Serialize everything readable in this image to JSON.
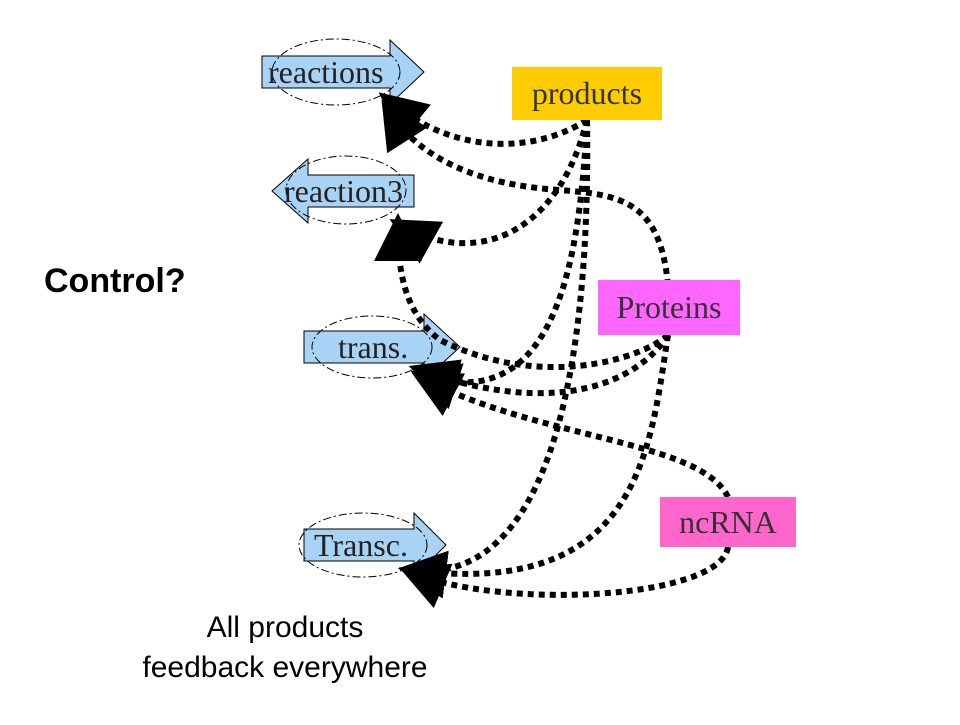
{
  "title": "Control?",
  "caption_line1": "All products",
  "caption_line2": "feedback everywhere",
  "processes": {
    "reactions": "reactions",
    "reaction3": "reaction3",
    "trans": "trans.",
    "transc": "Transc."
  },
  "nodes": {
    "products": "products",
    "proteins": "Proteins",
    "ncrna": "ncRNA"
  },
  "colors": {
    "arrow_fill": "#a9d3f5",
    "products": "#ffcc00",
    "proteins": "#ff66ff",
    "ncrna": "#ff66cc",
    "edge": "#000000"
  }
}
